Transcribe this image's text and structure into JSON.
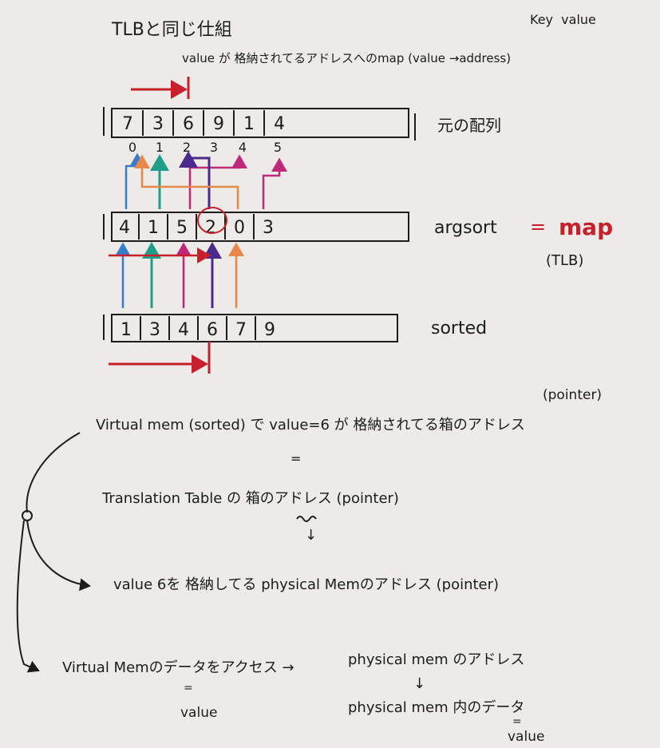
{
  "header": {
    "title": "TLBと同じ仕組",
    "key_value_header": "Key  value",
    "subtitle": "value が 格納されてるアドレスへのmap (value →address)"
  },
  "arrays": {
    "original": {
      "cells": [
        "7",
        "3",
        "6",
        "9",
        "1",
        "4"
      ],
      "label": "元の配列"
    },
    "indices": [
      "0",
      "1",
      "2",
      "3",
      "4",
      "5"
    ],
    "argsort": {
      "cells": [
        "4",
        "1",
        "5",
        "2",
        "0",
        "3"
      ],
      "label": "argsort",
      "equals": "=",
      "map_label": "map",
      "tlb_label": "(TLB)"
    },
    "sorted": {
      "cells": [
        "1",
        "3",
        "4",
        "6",
        "7",
        "9"
      ],
      "label": "sorted"
    }
  },
  "notes": {
    "pointer_top": "(pointer)",
    "line1": "Virtual mem (sorted) で value=6 が 格納されてる箱のアドレス",
    "equals_mark": "=",
    "line2": "Translation Table の 箱のアドレス (pointer)",
    "line3": "value 6を 格納してる physical Memのアドレス (pointer)",
    "line4a": "Virtual Memのデータをアクセス →",
    "line4b": "physical mem のアドレス",
    "down_arrow": "↓",
    "line5": "physical mem 内のデータ",
    "value_left": "value",
    "value_right": "value"
  },
  "colors": {
    "ink": "#1c1c1c",
    "red": "#c8202a",
    "teal": "#1f9e8a",
    "blue": "#3a7cc9",
    "orange": "#e8884a",
    "purple": "#4a2a8c",
    "magenta": "#c0287a",
    "board": "#ecebe7"
  }
}
